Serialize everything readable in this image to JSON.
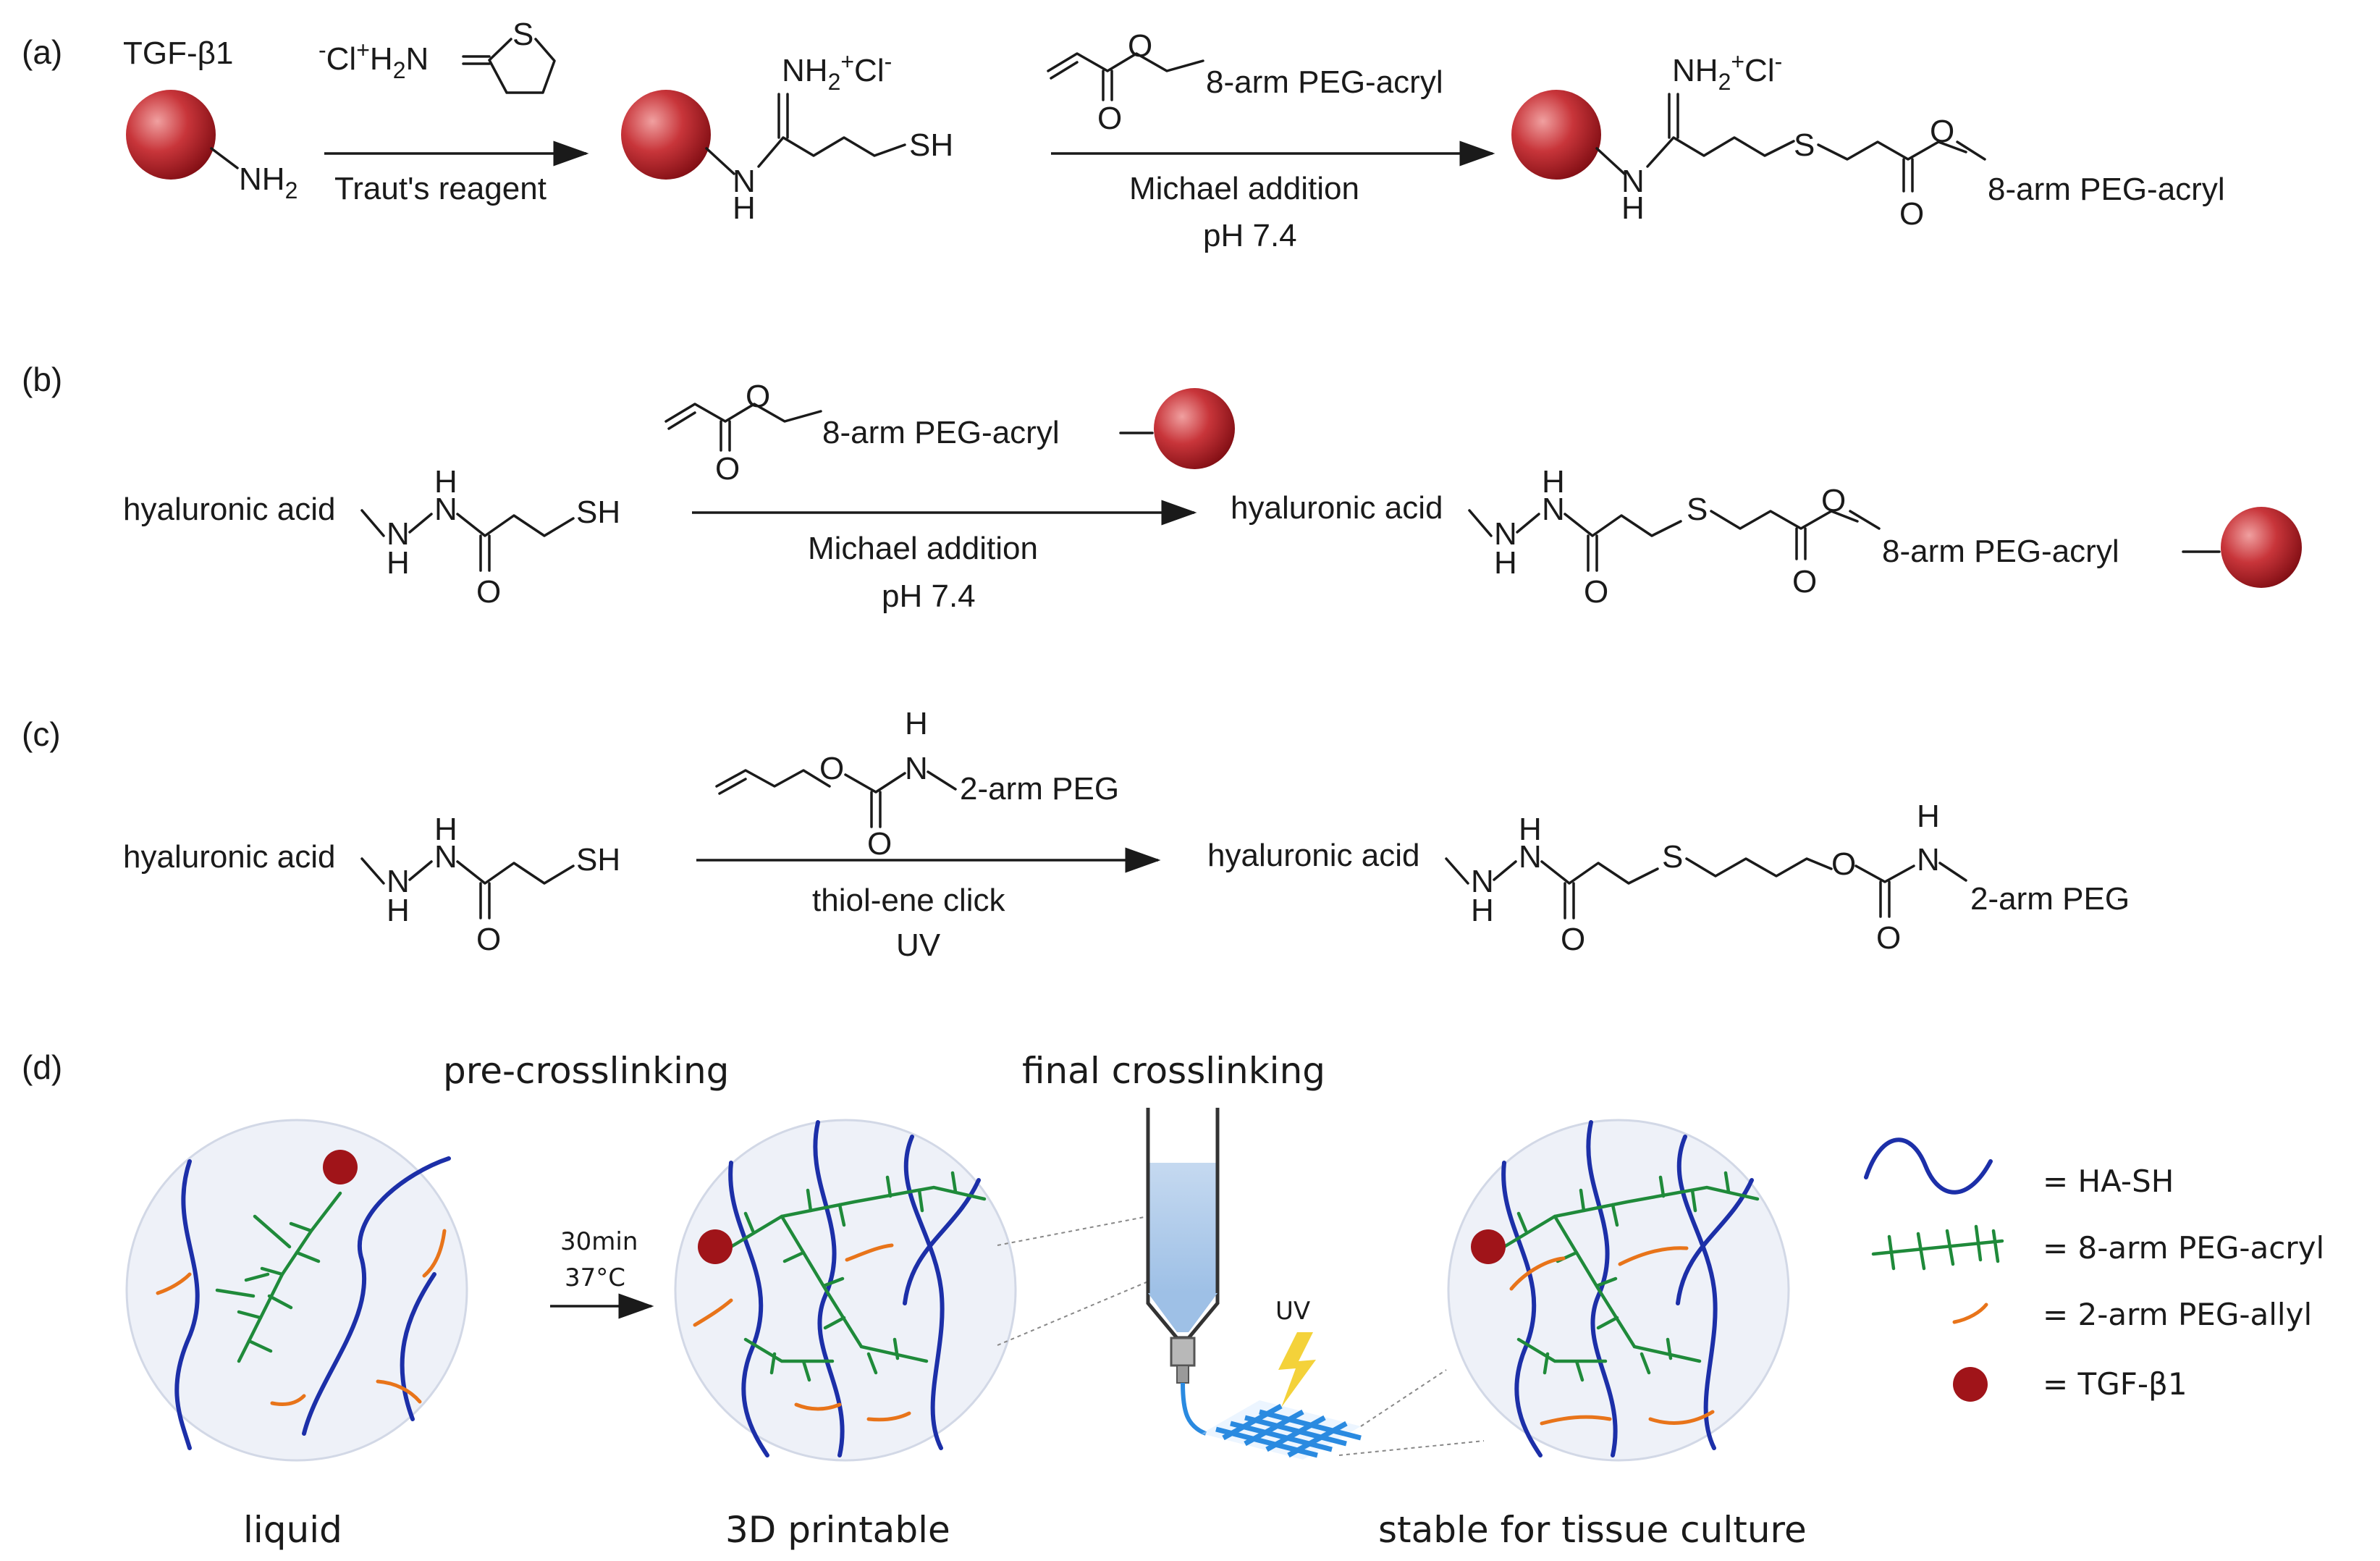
{
  "panels": {
    "a": {
      "label": "(a)",
      "protein": "TGF-β1",
      "nh2": "NH",
      "nh2_sub": "2",
      "reagent_charge": "-",
      "reagent_formula": "Cl",
      "reagent_plus": "+",
      "reagent_h": "H",
      "reagent_sub": "2",
      "reagent_n": "N",
      "reagent_s": "S",
      "arrow1_label": "Traut's reagent",
      "int_nh": "NH",
      "int_nh_sub": "2",
      "int_plus": "+",
      "int_cl": "Cl",
      "int_minus": "-",
      "int_n": "N",
      "int_h": "H",
      "int_sh": "SH",
      "acryl_o": "O",
      "acryl_o2": "O",
      "acryl_peg": "8-arm PEG-acryl",
      "arrow2_label1": "Michael addition",
      "arrow2_label2": "pH 7.4",
      "prod_nh": "NH",
      "prod_nh_sub": "2",
      "prod_plus": "+",
      "prod_cl": "Cl",
      "prod_minus": "-",
      "prod_n": "N",
      "prod_h": "H",
      "prod_s": "S",
      "prod_o": "O",
      "prod_o2": "O",
      "prod_peg": "8-arm PEG-acryl"
    },
    "b": {
      "label": "(b)",
      "ha": "hyaluronic acid",
      "n1": "N",
      "h1": "H",
      "n2": "N",
      "h2": "H",
      "o": "O",
      "sh": "SH",
      "acryl_o": "O",
      "acryl_o2": "O",
      "acryl_peg": "8-arm PEG-acryl",
      "arrow_label1": "Michael addition",
      "arrow_label2": "pH 7.4",
      "prod_ha": "hyaluronic acid",
      "prod_n1": "N",
      "prod_h1": "H",
      "prod_n2": "N",
      "prod_h2": "H",
      "prod_o": "O",
      "prod_s": "S",
      "prod_o2": "O",
      "prod_o3": "O",
      "prod_peg": "8-arm PEG-acryl"
    },
    "c": {
      "label": "(c)",
      "ha": "hyaluronic acid",
      "n1": "N",
      "h1": "H",
      "n2": "N",
      "h2": "H",
      "o": "O",
      "sh": "SH",
      "allyl_o": "O",
      "allyl_o2": "O",
      "allyl_n": "N",
      "allyl_h": "H",
      "allyl_peg": "2-arm PEG",
      "arrow_label1": "thiol-ene click",
      "arrow_label2": "UV",
      "prod_ha": "hyaluronic acid",
      "prod_n1": "N",
      "prod_h1": "H",
      "prod_n2": "N",
      "prod_h2": "H",
      "prod_o": "O",
      "prod_s": "S",
      "prod_o2": "O",
      "prod_o3": "O",
      "prod_n3": "N",
      "prod_h3": "H",
      "prod_peg": "2-arm PEG"
    },
    "d": {
      "label": "(d)",
      "pre": "pre-crosslinking",
      "final": "final crosslinking",
      "time": "30min",
      "temp": "37°C",
      "uv": "UV",
      "cap_liquid": "liquid",
      "cap_printable": "3D printable",
      "cap_stable": "stable for tissue culture",
      "legend": [
        {
          "icon": "blue-wave-icon",
          "text": "= HA-SH"
        },
        {
          "icon": "green-branched-icon",
          "text": "= 8-arm PEG-acryl"
        },
        {
          "icon": "orange-arc-icon",
          "text": "= 2-arm PEG-allyl"
        },
        {
          "icon": "red-dot-icon",
          "text": "= TGF-β1"
        }
      ]
    }
  },
  "colors": {
    "ha": "#1c2fa8",
    "peg8": "#1f8a3a",
    "peg2": "#e8741a",
    "tgf": "#a01419",
    "bg": "#eef1f8"
  }
}
